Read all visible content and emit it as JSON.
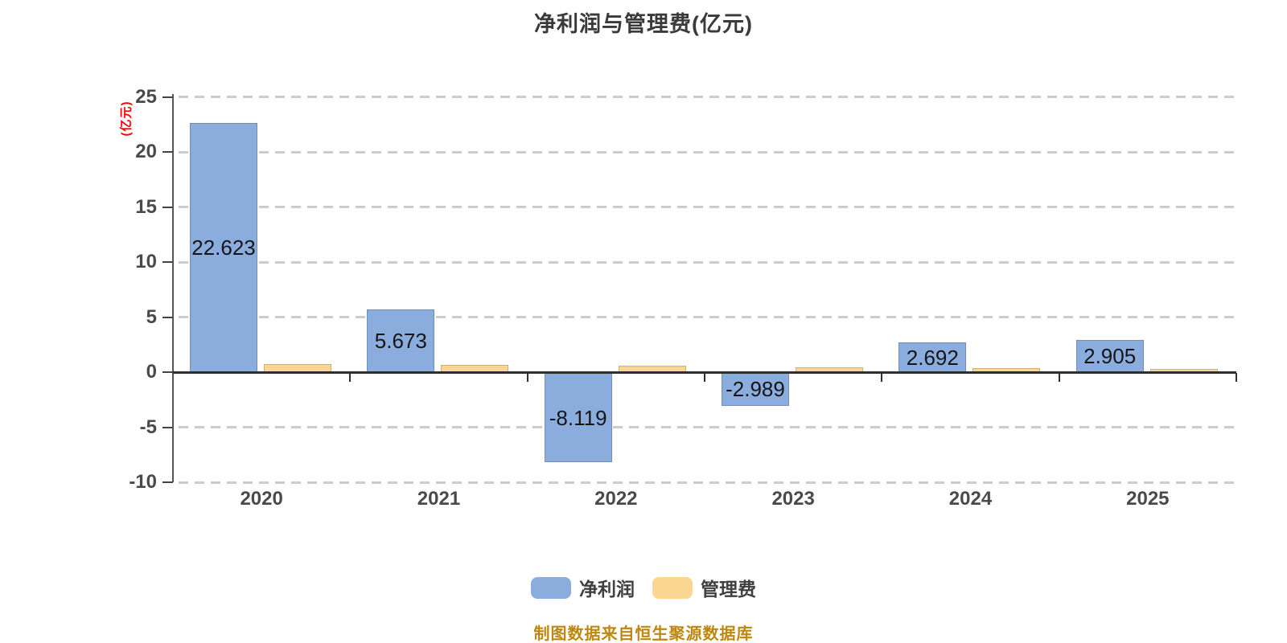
{
  "header": {
    "title": "净利润与管理费(亿元)"
  },
  "y_axis": {
    "unit_label": "(亿元)",
    "unit_label_color": "#ff0000"
  },
  "footer": {
    "source_text": "制图数据来自恒生聚源数据库",
    "color": "#bd8712"
  },
  "colors": {
    "net_profit_bar": "#8badde",
    "management_fee_bar": "#fbd693",
    "grid_line": "#cccccc",
    "axis_line": "#2f2f2f",
    "tick_text": "#4a4a4a",
    "bar_label_text": "#151515",
    "title_text": "#3a3a3a"
  },
  "chart_data": {
    "type": "bar",
    "title": "净利润与管理费(亿元)",
    "ylabel": "(亿元)",
    "categories": [
      "2020",
      "2021",
      "2022",
      "2023",
      "2024",
      "2025"
    ],
    "series": [
      {
        "key": "net-profit",
        "name": "净利润",
        "color": "#8badde",
        "values": [
          22.623,
          5.673,
          -8.119,
          -2.989,
          2.692,
          2.905
        ],
        "labels": [
          "22.623",
          "5.673",
          "-8.119",
          "-2.989",
          "2.692",
          "2.905"
        ]
      },
      {
        "key": "management-fee",
        "name": "管理费",
        "color": "#fbd693",
        "values": [
          0.7,
          0.65,
          0.6,
          0.45,
          0.35,
          0.3
        ],
        "labels": []
      }
    ],
    "yticks": [
      25,
      20,
      15,
      10,
      5,
      0,
      -5,
      -10
    ],
    "ylim": [
      -10,
      25
    ],
    "grid": "horizontal dashed lines, white background",
    "legend_position": "bottom",
    "data_source_note": "制图数据来自恒生聚源数据库"
  }
}
